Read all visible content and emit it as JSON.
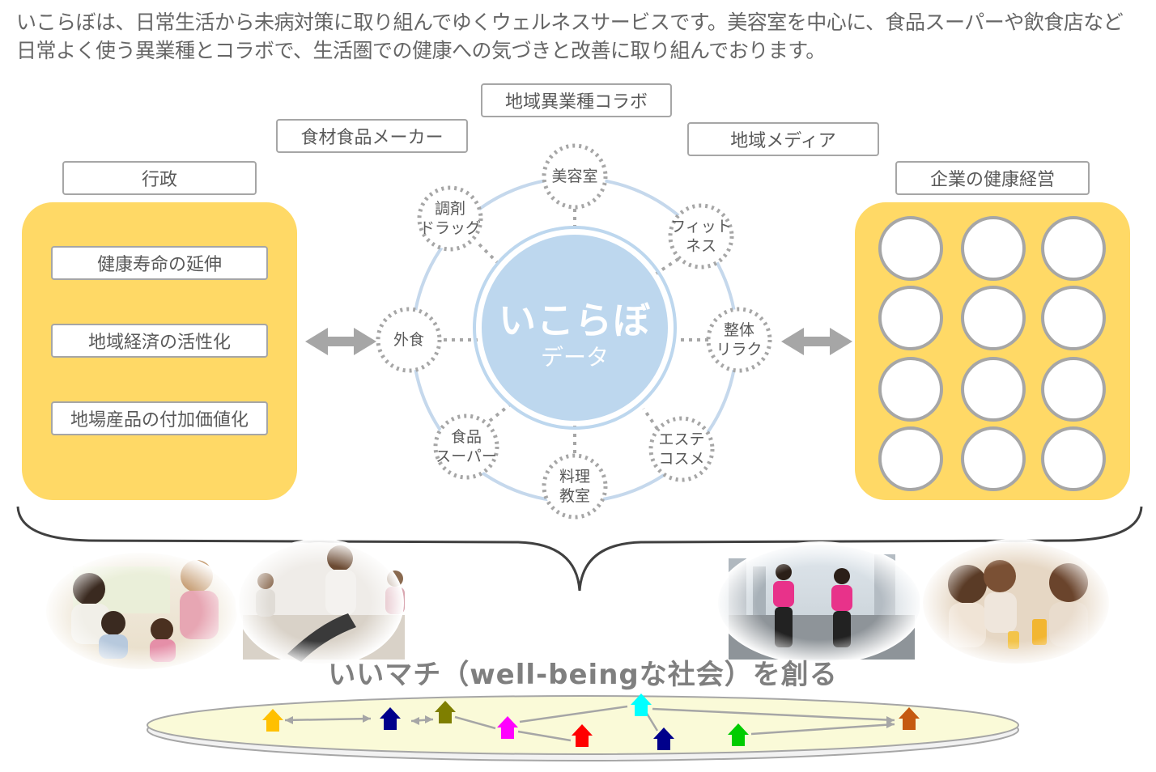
{
  "intro": {
    "line1": "いこらぼは、日常生活から未病対策に取り組んでゆくウェルネスサービスです。美容室を中心に、食品スーパーや飲食店など",
    "line2": "日常よく使う異業種とコラボで、生活圏での健康への気づきと改善に取り組んでおります。"
  },
  "tags": {
    "collab": "地域異業種コラボ",
    "food_maker": "食材食品メーカー",
    "media": "地域メディア",
    "gov": "行政",
    "corporate": "企業の健康経営"
  },
  "gov_goals": [
    "健康寿命の延伸",
    "地域経済の活性化",
    "地場産品の付加価値化"
  ],
  "center": {
    "title": "いこらぼ",
    "subtitle": "データ"
  },
  "nodes": {
    "beauty": "美容室",
    "fitness_1": "フィット",
    "fitness_2": "ネス",
    "seitai_1": "整体",
    "seitai_2": "リラク",
    "este_1": "エステ",
    "este_2": "コスメ",
    "cooking_1": "料理",
    "cooking_2": "教室",
    "super_1": "食品",
    "super_2": "スーパー",
    "dining": "外食",
    "drug_1": "調剤",
    "drug_2": "ドラッグ"
  },
  "slogan": "いいマチ（well-beingな社会）を創る",
  "colors": {
    "panel": "#ffd966",
    "center": "#bdd7ee",
    "ring": "#c5d8ec",
    "ellipse": "#fafad8",
    "arrows": [
      "#ffc000",
      "#00008b",
      "#7f7f00",
      "#ff00ff",
      "#ff0000",
      "#00ffff",
      "#00008b",
      "#00cc00",
      "#c55a11"
    ]
  }
}
